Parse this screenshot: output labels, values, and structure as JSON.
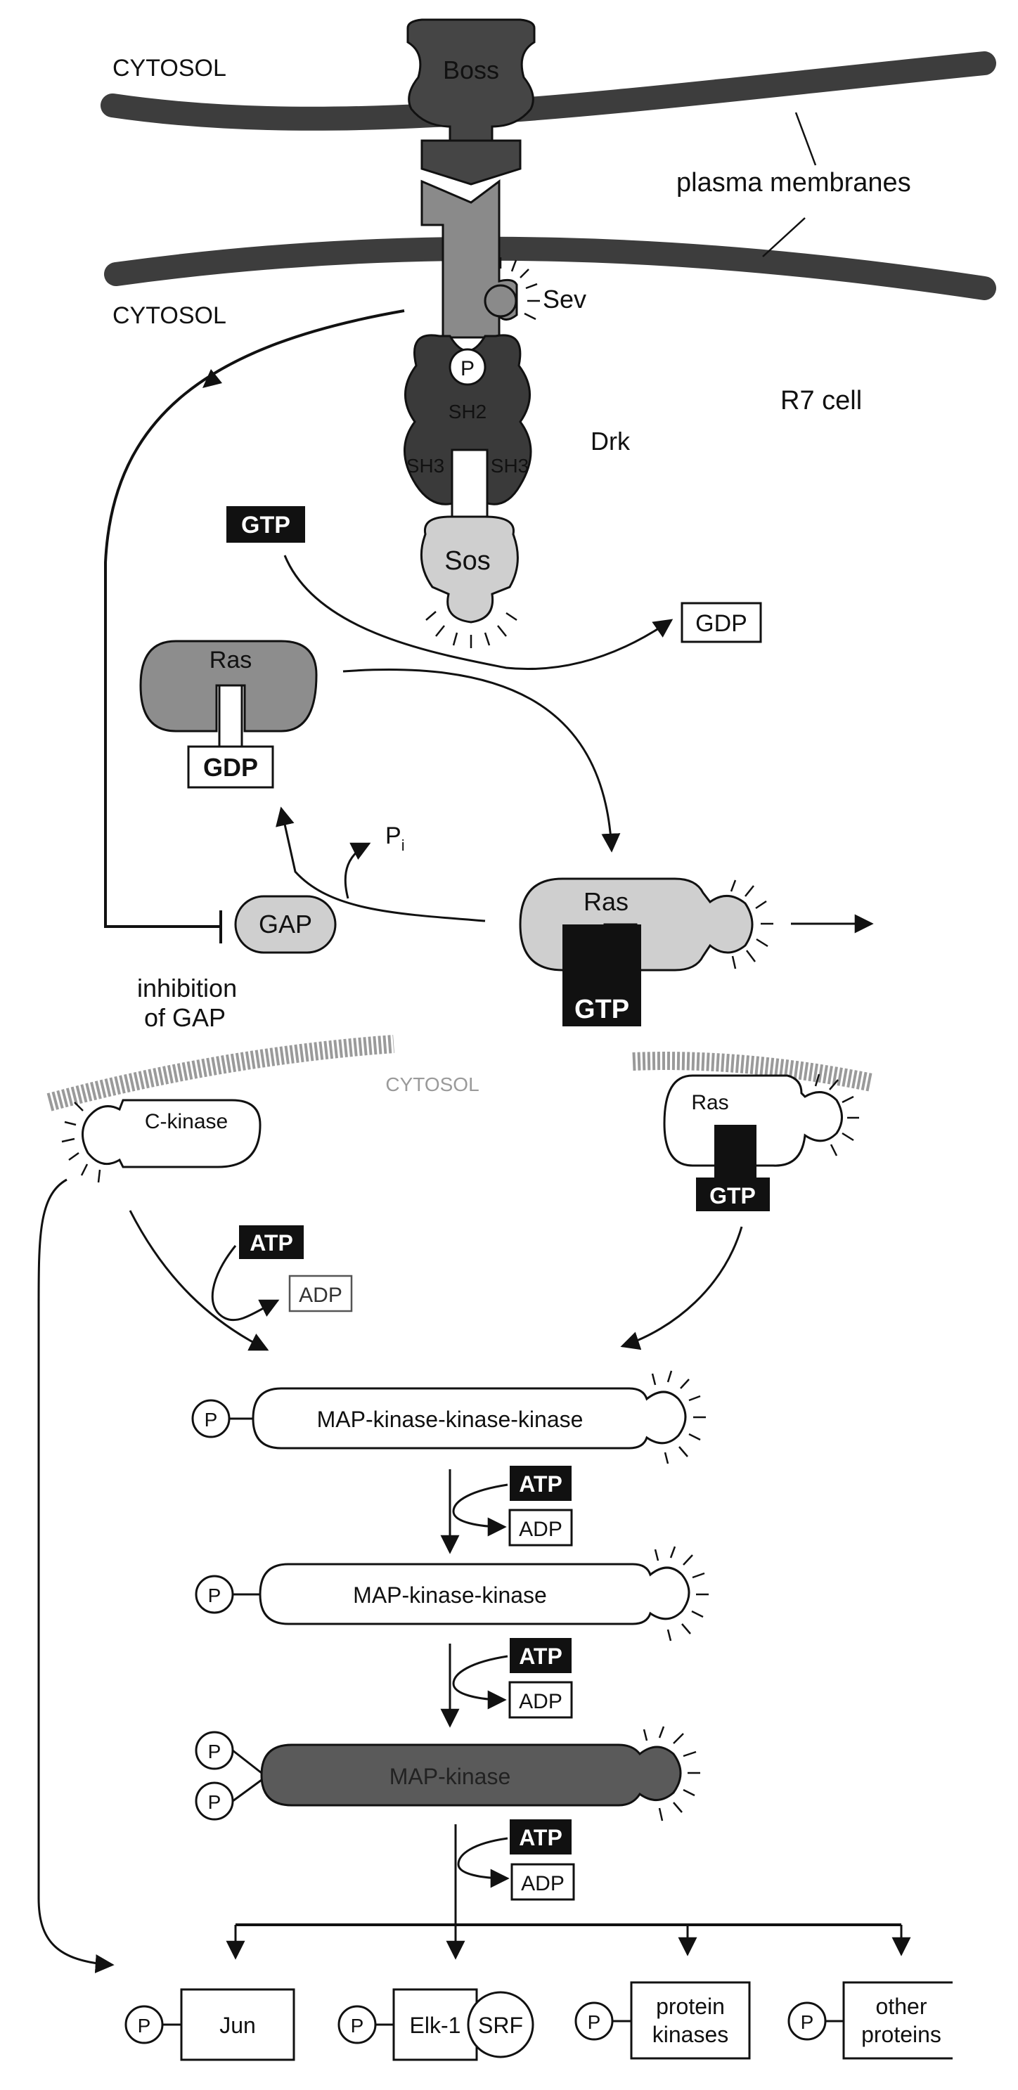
{
  "labels": {
    "cytosol_top": "CYTOSOL",
    "cytosol_mid": "CYTOSOL",
    "cytosol_lower": "CYTOSOL",
    "plasma_membranes": "plasma membranes",
    "r7_cell": "R7 cell",
    "drk": "Drk",
    "sev": "Sev",
    "inhibition_line1": "inhibition",
    "inhibition_line2": "of GAP",
    "pi": "P",
    "pi_sub": "i"
  },
  "proteins": {
    "boss": "Boss",
    "p": "P",
    "sh2": "SH2",
    "sh3_left": "SH3",
    "sh3_right": "SH3",
    "sos": "Sos",
    "ras_inactive": "Ras",
    "ras_active": "Ras",
    "ras_lower": "Ras",
    "gap": "GAP",
    "c_kinase": "C-kinase",
    "mapkkk": "MAP-kinase-kinase-kinase",
    "mapkk": "MAP-kinase-kinase",
    "mapk": "MAP-kinase"
  },
  "nucleotides": {
    "gtp": "GTP",
    "gdp": "GDP",
    "atp": "ATP",
    "adp": "ADP"
  },
  "targets": {
    "jun": "Jun",
    "elk1": "Elk-1",
    "srf": "SRF",
    "protein_kinases_line1": "protein",
    "protein_kinases_line2": "kinases",
    "other_proteins_line1": "other",
    "other_proteins_line2": "proteins"
  },
  "colors": {
    "dark": "#3a3a3a",
    "medium": "#8a8a8a",
    "light": "#cfcfcf",
    "black": "#111111",
    "white": "#ffffff"
  }
}
